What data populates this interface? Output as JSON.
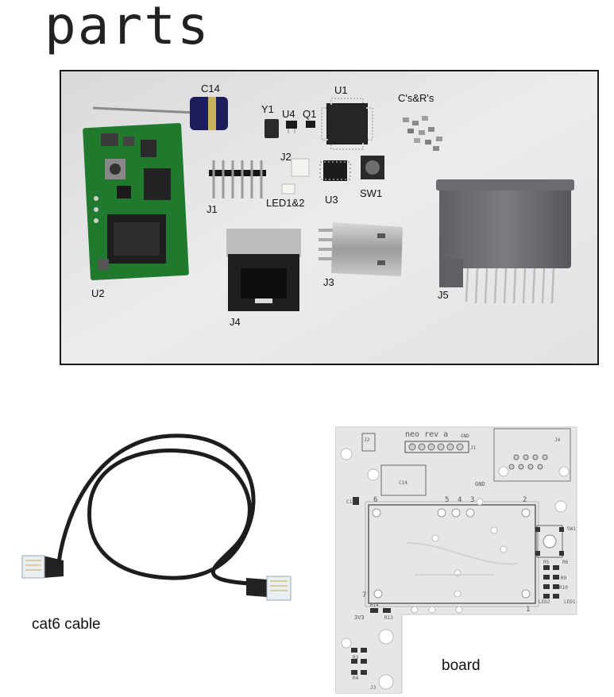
{
  "page": {
    "title": "parts"
  },
  "parts_photo": {
    "labels": {
      "c14": "C14",
      "u1": "U1",
      "y1": "Y1",
      "u4": "U4",
      "q1": "Q1",
      "cs_rs": "C's&R's",
      "j2": "J2",
      "j1": "J1",
      "led": "LED1&2",
      "u3": "U3",
      "sw1": "SW1",
      "u2": "U2",
      "j3": "J3",
      "j4": "J4",
      "j5": "J5"
    }
  },
  "cable": {
    "caption": "cat6 cable"
  },
  "board": {
    "caption": "board",
    "silk": {
      "rev": "neo rev a",
      "gnd_top": "GND",
      "j1": "J1",
      "j2": "J2",
      "j4": "J4",
      "c14": "C14",
      "c15": "C15",
      "gnd_mid": "GND",
      "pin6": "6",
      "pin5": "5",
      "pin4": "4",
      "pin3": "3",
      "pin2": "2",
      "pin7": "7",
      "pin1": "1",
      "sw1": "SW1",
      "r5": "R5",
      "r6": "R6",
      "r9": "R9",
      "r10": "R10",
      "led1": "LED1",
      "led2": "LED2",
      "v33": "3V3",
      "r14": "R14",
      "r13": "R13",
      "r3": "R3",
      "r4": "R4",
      "j3": "J3"
    }
  }
}
